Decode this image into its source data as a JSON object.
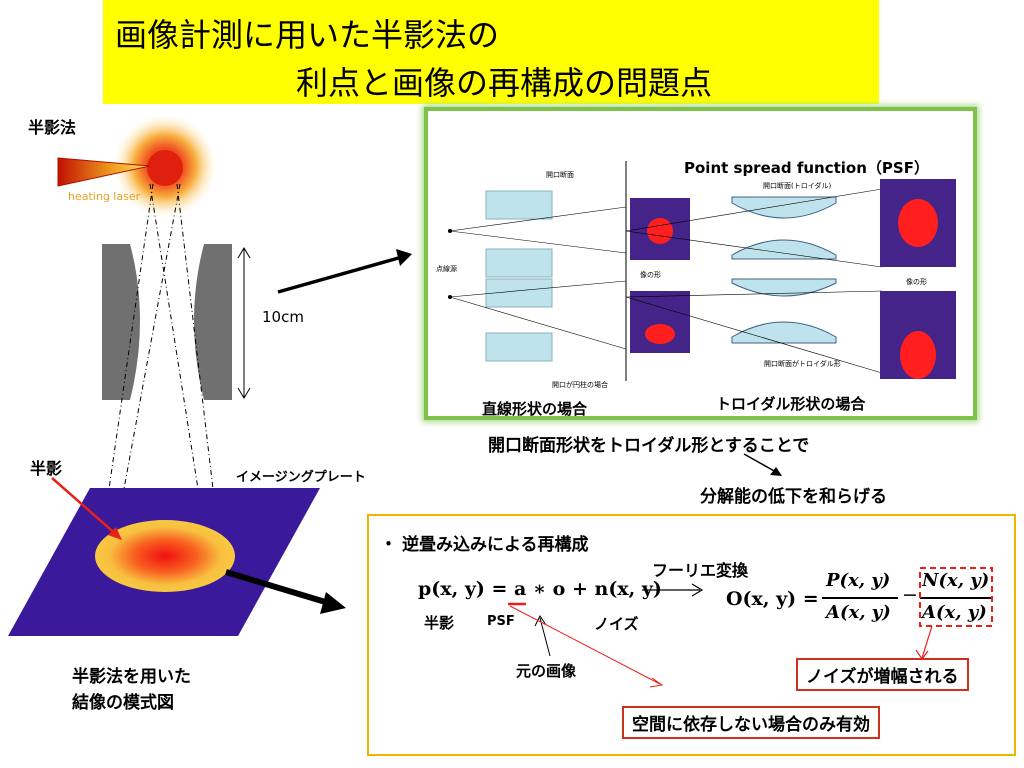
{
  "title": {
    "line1": "画像計測に用いた半影法の",
    "line2": "利点と画像の再構成の問題点"
  },
  "left": {
    "method_label": "半影法",
    "laser_label": "heating laser",
    "distance_label": "10cm",
    "penumbra_label": "半影",
    "plate_label": "イメージングプレート",
    "caption_line1": "半影法を用いた",
    "caption_line2": "結像の模式図"
  },
  "psf_panel": {
    "title": "Point spread function（PSF）",
    "aperture_section": "開口断面",
    "point_source": "点線源",
    "image_shape_1": "像の形",
    "cylinder_case": "開口が円柱の場合",
    "toroidal_section": "開口断面(トロイダル)",
    "image_shape_2": "像の形",
    "toroidal_case": "開口断面がトロイダル形",
    "linear_caption": "直線形状の場合",
    "toroidal_caption": "トロイダル形状の場合"
  },
  "middle": {
    "statement": "開口断面形状をトロイダル形とすることで",
    "result": "分解能の低下を和らげる"
  },
  "recon": {
    "bullet": "・",
    "heading": "逆畳み込みによる再構成",
    "fourier": "フーリエ変換",
    "eq_left": "p(x, y) = a ∗ o + n(x, y)",
    "label_penumbra": "半影",
    "label_psf": "PSF",
    "label_noise": "ノイズ",
    "label_original": "元の画像",
    "eq_right_lhs": "O(x, y) =",
    "frac1_num": "P(x, y)",
    "frac1_den": "A(x, y)",
    "minus": "−",
    "frac2_num": "N(x, y)",
    "frac2_den": "A(x, y)",
    "noise_amplified": "ノイズが増幅される",
    "space_invariant": "空間に依存しない場合のみ有効"
  },
  "colors": {
    "title_bg": "#ffff00",
    "frame_green": "#7fc24a",
    "frame_orange": "#f0b400",
    "plate_purple": "#3a1a9a",
    "accent_red": "#e8201a"
  }
}
